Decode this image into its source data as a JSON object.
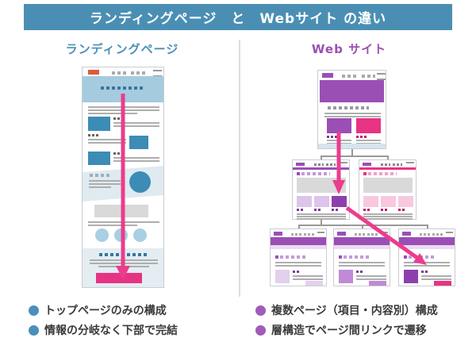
{
  "title_bar": {
    "text": "ランディングページ　と　Webサイト の違い",
    "bg": "#4a8fb3"
  },
  "left_panel": {
    "heading": "ランディングページ",
    "heading_color": "#4a90b8",
    "bullet_color": "#4a90b8",
    "bullets": [
      "トップページのみの構成",
      "情報の分岐なく下部で完結"
    ]
  },
  "right_panel": {
    "heading": "Web サイト",
    "heading_color": "#9b4fb0",
    "bullet_color": "#a05cb8",
    "bullets": [
      "複数ページ（項目・内容別）構成",
      "層構造でページ間リンクで遷移"
    ]
  },
  "colors": {
    "accent_pink": "#e73383",
    "arrow_pink": "#ec3c8c",
    "purple": "#9b4fb5",
    "dark_purple": "#8e3fae",
    "light_purple": "#dcc4ea",
    "very_light_purple": "#e9ddf2",
    "light_pink_block": "#f8c8de",
    "blue_block": "#3c8cb5",
    "light_blue_hero": "#a5cbdf",
    "light_blue_band": "#dfeaf1",
    "footer_blue": "#e3edf2",
    "logo_red": "#dd5a3b",
    "connector_gray": "#999999",
    "title_bar_blue": "#4a8fb3"
  }
}
